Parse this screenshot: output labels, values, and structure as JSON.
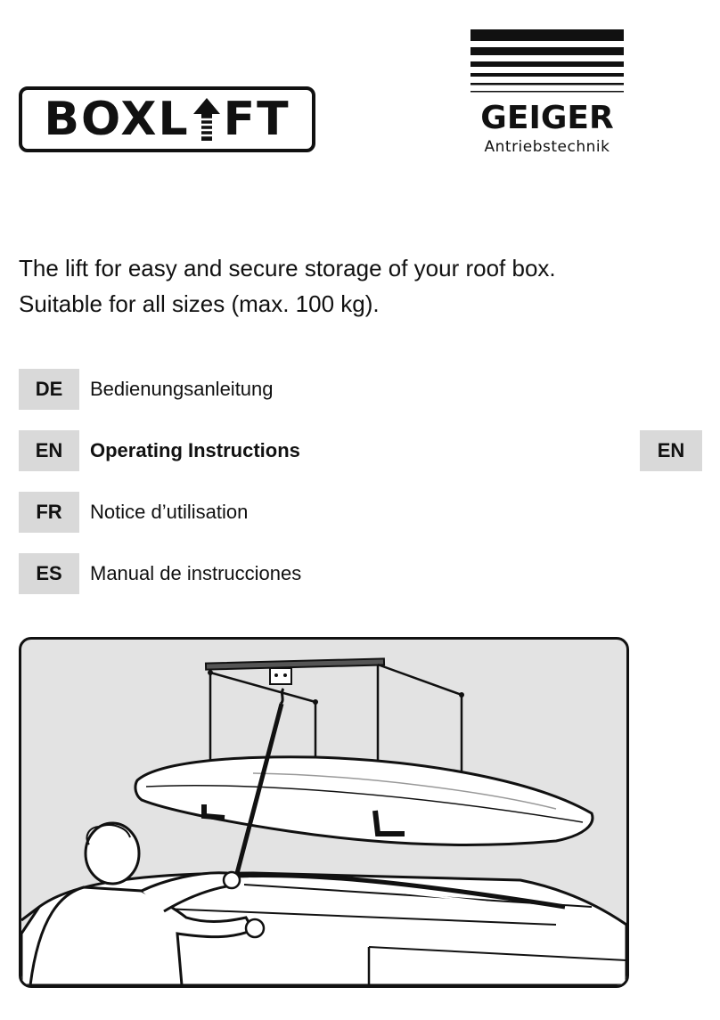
{
  "branding": {
    "product_logo": "BOXLIFT",
    "company_name": "GEIGER",
    "company_subtitle": "Antriebstechnik"
  },
  "intro": {
    "line1": "The lift for easy and secure storage of your roof box.",
    "line2": "Suitable for all sizes (max. 100 kg)."
  },
  "languages": [
    {
      "code": "DE",
      "label": "Bedienungsanleitung",
      "active": false
    },
    {
      "code": "EN",
      "label": "Operating Instructions",
      "active": true
    },
    {
      "code": "FR",
      "label": "Notice d’utilisation",
      "active": false
    },
    {
      "code": "ES",
      "label": "Manual de instrucciones",
      "active": false
    }
  ],
  "side_tab": {
    "code": "EN"
  },
  "colors": {
    "tab_background": "#d9d9d9",
    "illustration_background": "#e3e3e3",
    "ink": "#111111"
  }
}
